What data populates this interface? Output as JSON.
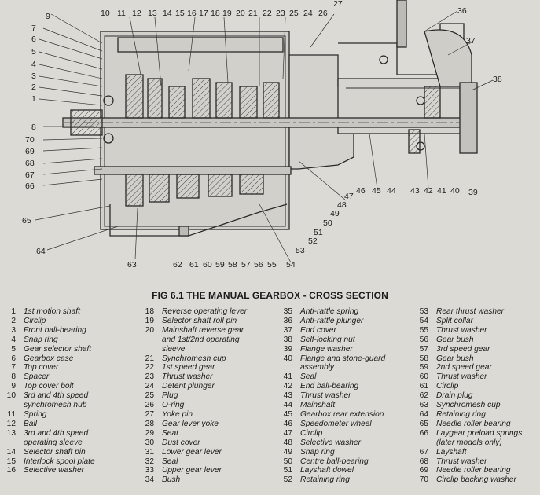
{
  "caption": "FIG 6.1 THE MANUAL GEARBOX - CROSS SECTION",
  "callouts": {
    "top": [
      "10",
      "11",
      "12",
      "13",
      "14",
      "15",
      "16",
      "17",
      "18",
      "19",
      "20",
      "21",
      "22",
      "23",
      "25",
      "24",
      "26",
      "27",
      "36",
      "37",
      "38"
    ],
    "left": [
      "9",
      "7",
      "6",
      "5",
      "4",
      "3",
      "2",
      "1",
      "8",
      "70",
      "69",
      "68",
      "67",
      "66",
      "65",
      "64"
    ],
    "bottom": [
      "63",
      "62",
      "61",
      "60",
      "59",
      "58",
      "57",
      "56",
      "55",
      "54",
      "53",
      "52",
      "51",
      "50",
      "49",
      "48",
      "47",
      "46",
      "45",
      "44",
      "43",
      "42",
      "41",
      "40",
      "39"
    ]
  },
  "legend": [
    [
      {
        "n": "1",
        "t": [
          "1st motion shaft"
        ]
      },
      {
        "n": "2",
        "t": [
          "Circlip"
        ]
      },
      {
        "n": "3",
        "t": [
          "Front ball-bearing"
        ]
      },
      {
        "n": "4",
        "t": [
          "Snap ring"
        ]
      },
      {
        "n": "5",
        "t": [
          "Gear selector shaft"
        ]
      },
      {
        "n": "6",
        "t": [
          "Gearbox case"
        ]
      },
      {
        "n": "7",
        "t": [
          "Top cover"
        ]
      },
      {
        "n": "8",
        "t": [
          "Spacer"
        ]
      },
      {
        "n": "9",
        "t": [
          "Top cover bolt"
        ]
      },
      {
        "n": "10",
        "t": [
          "3rd and 4th speed",
          "synchromesh hub"
        ]
      },
      {
        "n": "11",
        "t": [
          "Spring"
        ]
      },
      {
        "n": "12",
        "t": [
          "Ball"
        ]
      },
      {
        "n": "13",
        "t": [
          "3rd and 4th speed",
          "operating sleeve"
        ]
      },
      {
        "n": "14",
        "t": [
          "Selector shaft pin"
        ]
      },
      {
        "n": "15",
        "t": [
          "Interlock spool plate"
        ]
      },
      {
        "n": "16",
        "t": [
          "Selective washer"
        ]
      }
    ],
    [
      {
        "n": "18",
        "t": [
          "Reverse operating lever"
        ]
      },
      {
        "n": "19",
        "t": [
          "Selector shaft roll pin"
        ]
      },
      {
        "n": "20",
        "t": [
          "Mainshaft reverse gear",
          "and 1st/2nd operating",
          "sleeve"
        ]
      },
      {
        "n": "21",
        "t": [
          "Synchromesh cup"
        ]
      },
      {
        "n": "22",
        "t": [
          "1st speed gear"
        ]
      },
      {
        "n": "23",
        "t": [
          "Thrust washer"
        ]
      },
      {
        "n": "24",
        "t": [
          "Detent plunger"
        ]
      },
      {
        "n": "25",
        "t": [
          "Plug"
        ]
      },
      {
        "n": "26",
        "t": [
          "O-ring"
        ]
      },
      {
        "n": "27",
        "t": [
          "Yoke pin"
        ]
      },
      {
        "n": "28",
        "t": [
          "Gear lever yoke"
        ]
      },
      {
        "n": "29",
        "t": [
          "Seat"
        ]
      },
      {
        "n": "30",
        "t": [
          "Dust cover"
        ]
      },
      {
        "n": "31",
        "t": [
          "Lower gear lever"
        ]
      },
      {
        "n": "32",
        "t": [
          "Seal"
        ]
      },
      {
        "n": "33",
        "t": [
          "Upper gear lever"
        ]
      },
      {
        "n": "34",
        "t": [
          "Bush"
        ]
      }
    ],
    [
      {
        "n": "35",
        "t": [
          "Anti-rattle spring"
        ]
      },
      {
        "n": "36",
        "t": [
          "Anti-rattle plunger"
        ]
      },
      {
        "n": "37",
        "t": [
          "End cover"
        ]
      },
      {
        "n": "38",
        "t": [
          "Self-locking nut"
        ]
      },
      {
        "n": "39",
        "t": [
          "Flange washer"
        ]
      },
      {
        "n": "40",
        "t": [
          "Flange and stone-guard",
          "assembly"
        ]
      },
      {
        "n": "41",
        "t": [
          "Seal"
        ]
      },
      {
        "n": "42",
        "t": [
          "End ball-bearing"
        ]
      },
      {
        "n": "43",
        "t": [
          "Thrust washer"
        ]
      },
      {
        "n": "44",
        "t": [
          "Mainshaft"
        ]
      },
      {
        "n": "45",
        "t": [
          "Gearbox rear extension"
        ]
      },
      {
        "n": "46",
        "t": [
          "Speedometer wheel"
        ]
      },
      {
        "n": "47",
        "t": [
          "Circlip"
        ]
      },
      {
        "n": "48",
        "t": [
          "Selective washer"
        ]
      },
      {
        "n": "49",
        "t": [
          "Snap ring"
        ]
      },
      {
        "n": "50",
        "t": [
          "Centre ball-bearing"
        ]
      },
      {
        "n": "51",
        "t": [
          "Layshaft dowel"
        ]
      },
      {
        "n": "52",
        "t": [
          "Retaining ring"
        ]
      }
    ],
    [
      {
        "n": "53",
        "t": [
          "Rear thrust washer"
        ]
      },
      {
        "n": "54",
        "t": [
          "Split collar"
        ]
      },
      {
        "n": "55",
        "t": [
          "Thrust washer"
        ]
      },
      {
        "n": "56",
        "t": [
          "Gear bush"
        ]
      },
      {
        "n": "57",
        "t": [
          "3rd speed gear"
        ]
      },
      {
        "n": "58",
        "t": [
          "Gear bush"
        ]
      },
      {
        "n": "59",
        "t": [
          "2nd speed gear"
        ]
      },
      {
        "n": "60",
        "t": [
          "Thrust washer"
        ]
      },
      {
        "n": "61",
        "t": [
          "Circlip"
        ]
      },
      {
        "n": "62",
        "t": [
          "Drain plug"
        ]
      },
      {
        "n": "63",
        "t": [
          "Synchromesh cup"
        ]
      },
      {
        "n": "64",
        "t": [
          "Retaining ring"
        ]
      },
      {
        "n": "65",
        "t": [
          "Needle roller bearing"
        ]
      },
      {
        "n": "66",
        "t": [
          "Laygear preload springs",
          "(later models only)"
        ]
      },
      {
        "n": "67",
        "t": [
          "Layshaft"
        ]
      },
      {
        "n": "68",
        "t": [
          "Thrust washer"
        ]
      },
      {
        "n": "69",
        "t": [
          "Needle roller bearing"
        ]
      },
      {
        "n": "70",
        "t": [
          "Circlip backing washer"
        ]
      }
    ]
  ]
}
